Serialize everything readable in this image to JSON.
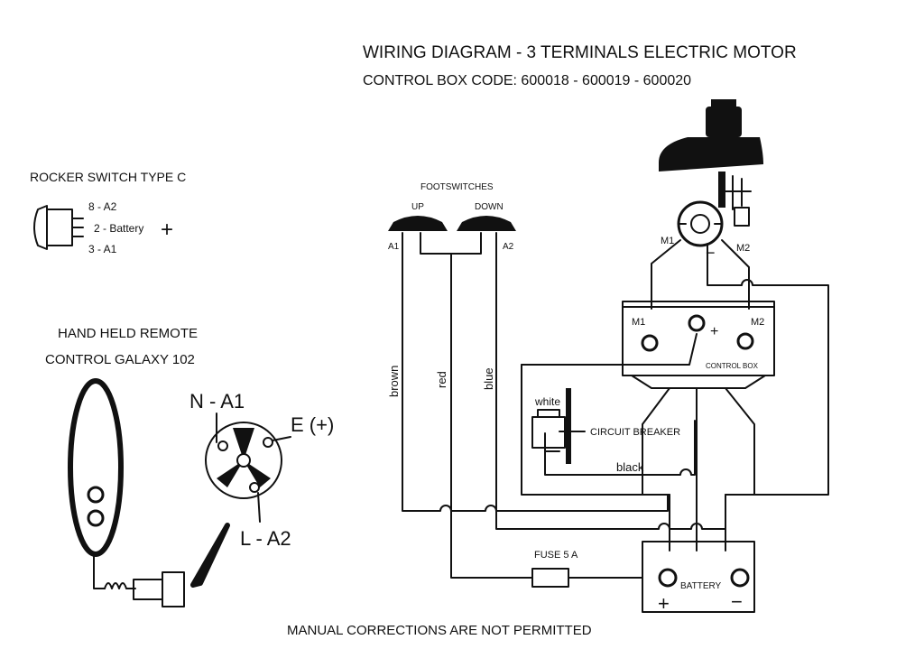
{
  "title": "WIRING DIAGRAM - 3 TERMINALS  ELECTRIC  MOTOR",
  "subtitle": "CONTROL BOX CODE: 600018 - 600019 - 600020",
  "rocker": {
    "title": "ROCKER SWITCH TYPE C",
    "pin_a2": "8 - A2",
    "pin_battery": "2 - Battery",
    "pin_a1": "3 - A1",
    "plus": "+"
  },
  "remote": {
    "title_line1": "HAND HELD REMOTE",
    "title_line2": "CONTROL GALAXY 102",
    "n_a1": "N - A1",
    "e_plus": "E (+)",
    "l_a2": "L - A2"
  },
  "footswitches": {
    "title": "FOOTSWITCHES",
    "up": "UP",
    "down": "DOWN",
    "a1": "A1",
    "a2": "A2"
  },
  "wires": {
    "brown": "brown",
    "red": "red",
    "blue": "blue",
    "white": "white",
    "black": "black"
  },
  "motor": {
    "m1": "M1",
    "m2": "M2",
    "minus": "−"
  },
  "control_box": {
    "label": "CONTROL BOX",
    "m1": "M1",
    "m2": "M2",
    "plus": "+"
  },
  "circuit_breaker": "CIRCUIT BREAKER",
  "fuse": "FUSE 5 A",
  "battery": {
    "label": "BATTERY",
    "plus": "+",
    "minus": "−"
  },
  "footer": "MANUAL CORRECTIONS ARE NOT PERMITTED"
}
